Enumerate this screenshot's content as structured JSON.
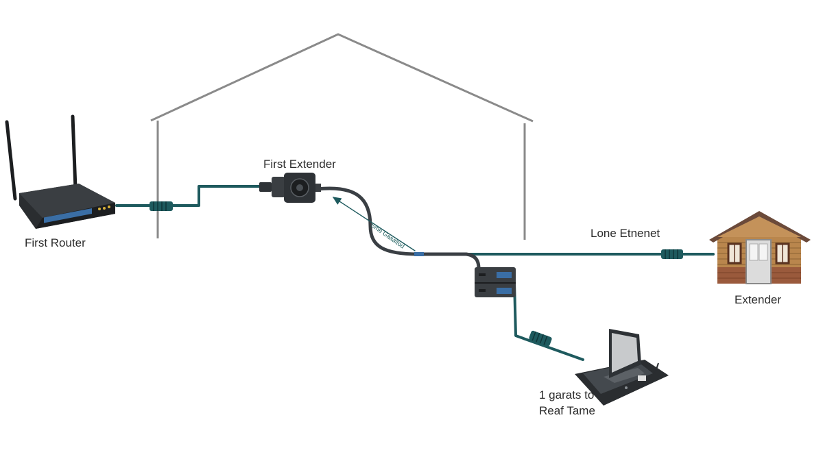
{
  "labels": {
    "first_router": "First Router",
    "first_extender": "First Extender",
    "lone_ethernet": "Lone Etnenet",
    "extender": "Extender",
    "laptop_line1": "1 garats to",
    "laptop_line2": "Reaf Tame",
    "arrow_text": "Sme Gaaaltod"
  },
  "colors": {
    "cable": "#1e5a5e",
    "cable_dark": "#3a3f44",
    "house_outline": "#8a8a8a",
    "brick": "#9a5a3c",
    "siding": "#b9864d",
    "roof": "#6b4a3a",
    "device": "#2e3236",
    "port_accent": "#3a6ea5"
  },
  "icons": [
    "router-icon",
    "extender-icon",
    "switch-icon",
    "laptop-icon",
    "house-icon",
    "connector-icon"
  ]
}
